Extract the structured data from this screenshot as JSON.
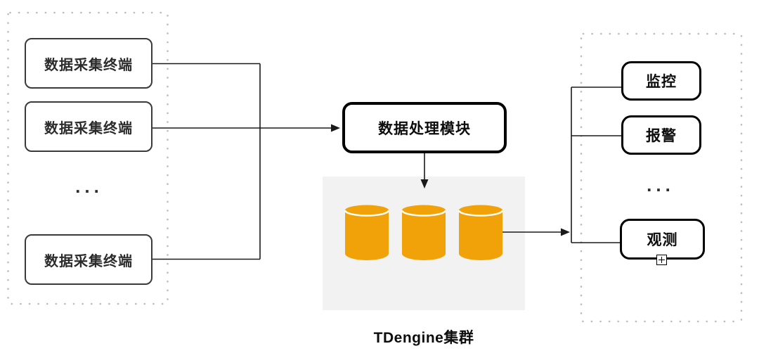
{
  "diagram": {
    "left_group": {
      "terminals": [
        {
          "label": "数据采集终端"
        },
        {
          "label": "数据采集终端"
        },
        {
          "label": "数据采集终端"
        }
      ],
      "ellipsis": "..."
    },
    "processing": {
      "label": "数据处理模块"
    },
    "cluster": {
      "label": "TDengine集群",
      "cylinder_count": 3
    },
    "right_group": {
      "items": [
        {
          "label": "监控"
        },
        {
          "label": "报警"
        },
        {
          "label": "观测"
        }
      ],
      "ellipsis": "..."
    },
    "colors": {
      "cylinder_orange": "#F1A208",
      "panel_gray": "#F2F2F2",
      "dotted_border_gray": "#BDBDBD",
      "connector_black": "#1A1A1A",
      "thin_box_border": "#3A3A3A",
      "thick_box_border": "#000000"
    }
  }
}
